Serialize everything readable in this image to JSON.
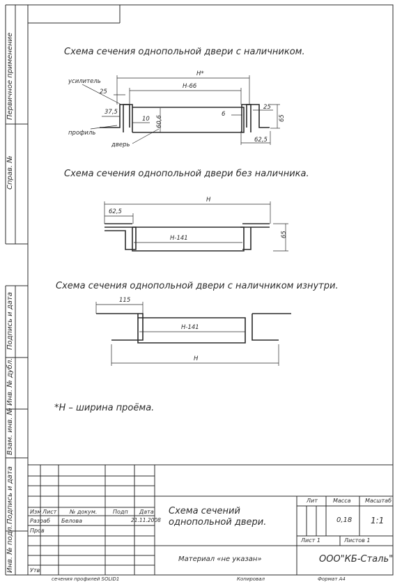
{
  "side_labels": {
    "first_use": "Первичное применение",
    "ref_no": "Справ. №",
    "sign_date_1": "Подпись и дата",
    "dup_inv": "Инв. № дубл.",
    "replace_inv": "Взам. инв. №",
    "sign_date_2": "Подпись и дата",
    "orig_inv": "Инв. № подл."
  },
  "sections": [
    {
      "title": "Схема сечения однопольной двери с наличником.",
      "labels": {
        "reinforcer": "усилитель",
        "profile": "профиль",
        "door": "дверь"
      },
      "dims": {
        "h_total": "H*",
        "h_inner": "H-66",
        "d25a": "25",
        "d37": "37,5",
        "d10": "10",
        "d606": "60,6",
        "d6": "6",
        "d25b": "25",
        "d65": "65",
        "d625": "62,5"
      }
    },
    {
      "title": "Схема сечения однопольной двери без наличника.",
      "dims": {
        "h_total": "H",
        "d625": "62,5",
        "h_inner": "H-141",
        "d65": "65"
      }
    },
    {
      "title": "Схема сечения однопольной двери с наличником изнутри.",
      "dims": {
        "d115": "115",
        "h_inner": "H-141",
        "h_total": "H"
      }
    }
  ],
  "footnote": "*H – ширина проёма.",
  "title_block": {
    "headers": {
      "izm": "Изм",
      "list": "Лист",
      "doc_no": "№ докум.",
      "sign": "Подп",
      "date": "Дата"
    },
    "rows": {
      "razrab": "Разраб",
      "prov": "Пров",
      "utv": "Утв"
    },
    "developer": "Белова",
    "date_value": "21.11.2008",
    "drawing_title_1": "Схема сечений",
    "drawing_title_2": "однопольной двери.",
    "lit_label": "Лит",
    "mass_label": "Масса",
    "scale_label": "Масштаб",
    "mass_value": "0,18",
    "scale_value": "1:1",
    "sheet_label": "Лист 1",
    "sheets_label": "Листов 1",
    "material": "Материал «не указан»",
    "company": "ООО\"КБ-Сталь\"",
    "bottom_left": "сечения профилей  SOLID1",
    "bottom_mid": "Копировал",
    "bottom_right": "Формат  А4"
  }
}
